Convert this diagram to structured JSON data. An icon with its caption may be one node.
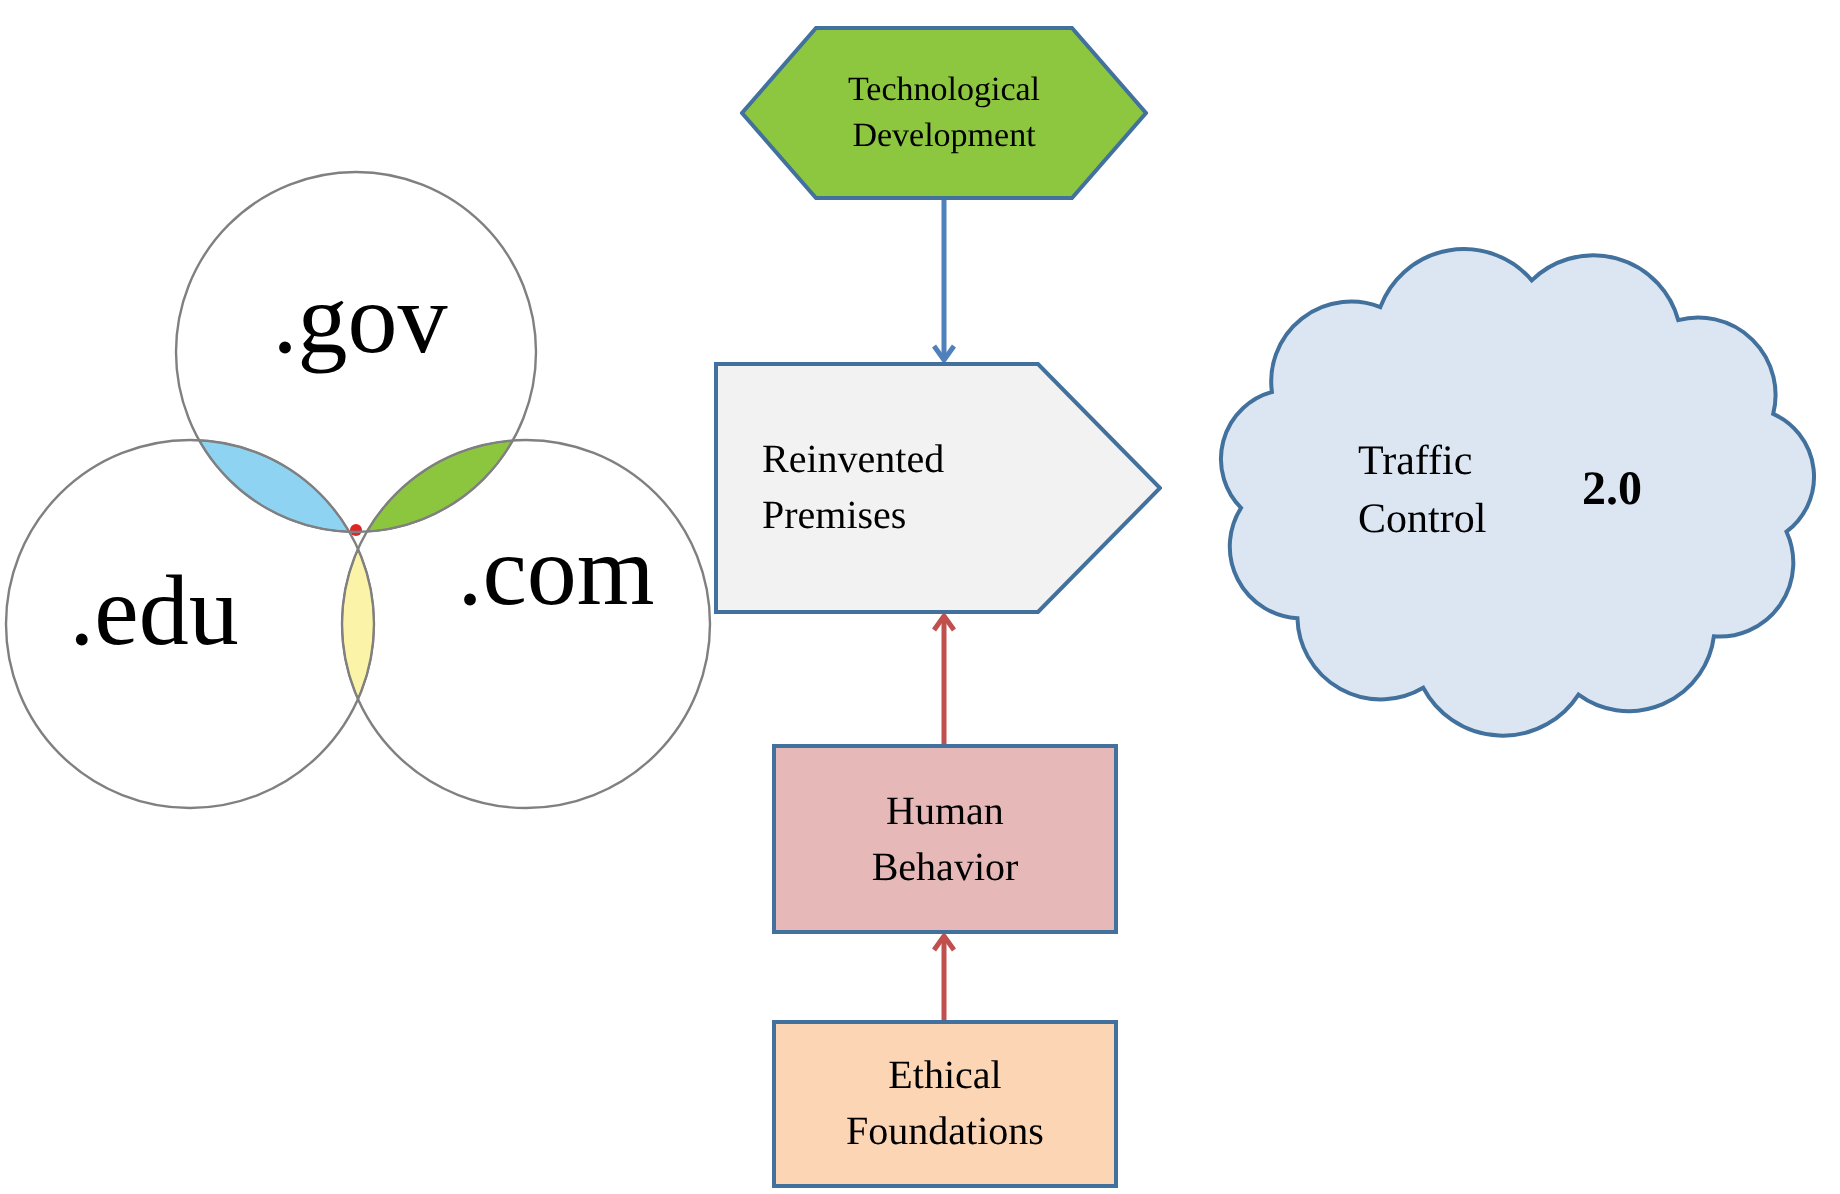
{
  "diagram": {
    "nodes": [
      {
        "text": [
          ".gov"
        ]
      },
      {
        "text": [
          ".edu"
        ]
      },
      {
        "text": [
          ".com"
        ]
      },
      {
        "text": [
          "Technological Development"
        ]
      },
      {
        "text": [
          "Reinvented Premises"
        ]
      },
      {
        "text": [
          "Traffic Control",
          "2.0"
        ]
      },
      {
        "text": [
          "Human Behavior"
        ]
      },
      {
        "text": [
          "Ethical Foundations"
        ]
      }
    ],
    "edges": [
      {
        "from": 3,
        "to": 4,
        "arrow": "to",
        "color": "#4f81bd"
      },
      {
        "from": 6,
        "to": 4,
        "arrow": "to"
      },
      {
        "from": 7,
        "to": 6,
        "arrow": "to"
      }
    ]
  }
}
